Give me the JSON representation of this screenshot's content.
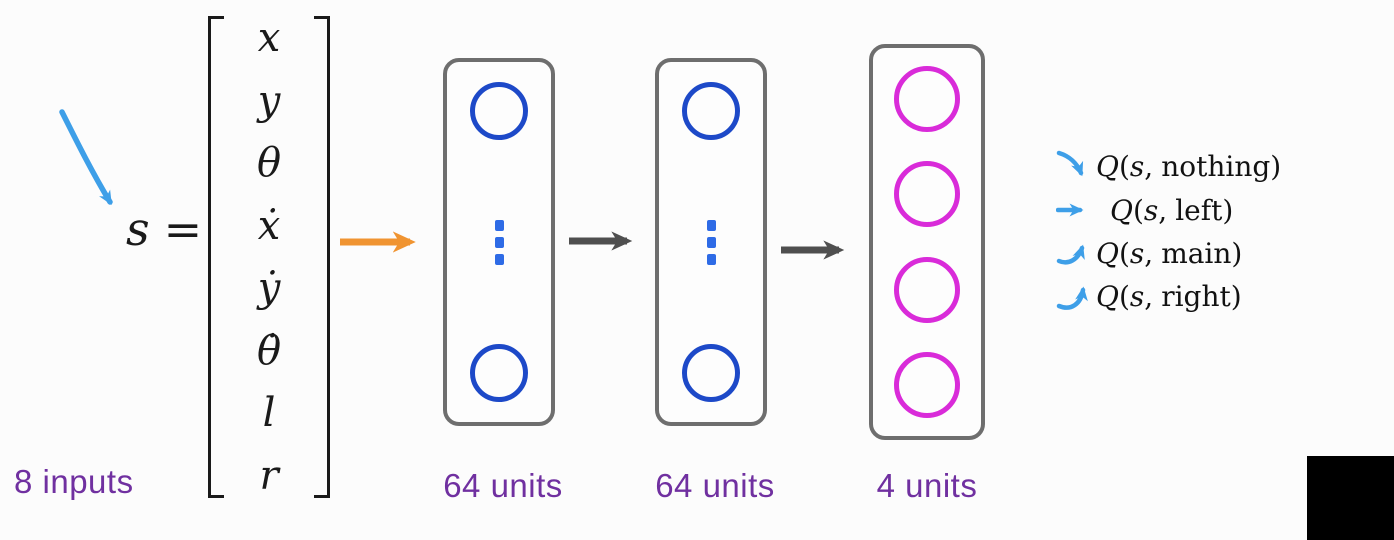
{
  "input": {
    "symbol": "s",
    "equals": "=",
    "vector": [
      "x",
      "y",
      "θ",
      "ẋ",
      "ẏ",
      "θ̇",
      "l",
      "r"
    ],
    "count_label": "8 inputs"
  },
  "layers": [
    {
      "units_label": "64 units",
      "node_color": "#1d49c8"
    },
    {
      "units_label": "64 units",
      "node_color": "#1d49c8"
    },
    {
      "units_label": "4 units",
      "node_color": "#d92bd9"
    }
  ],
  "q_outputs": {
    "func_symbol": "Q",
    "open_paren": "(",
    "state_symbol": "s",
    "comma": ",",
    "close_paren": ")",
    "actions": [
      "nothing",
      "left",
      "main",
      "right"
    ]
  },
  "colors": {
    "node_blue": "#1d49c8",
    "node_magenta": "#d92bd9",
    "label_purple": "#7030a0",
    "arrow_orange": "#f09431",
    "arrow_gray": "#4f4f4f",
    "arrow_blue": "#3e9fe8",
    "box_border": "#6e6e6e",
    "background": "#fcfcfc",
    "corner_block": "#000000"
  }
}
